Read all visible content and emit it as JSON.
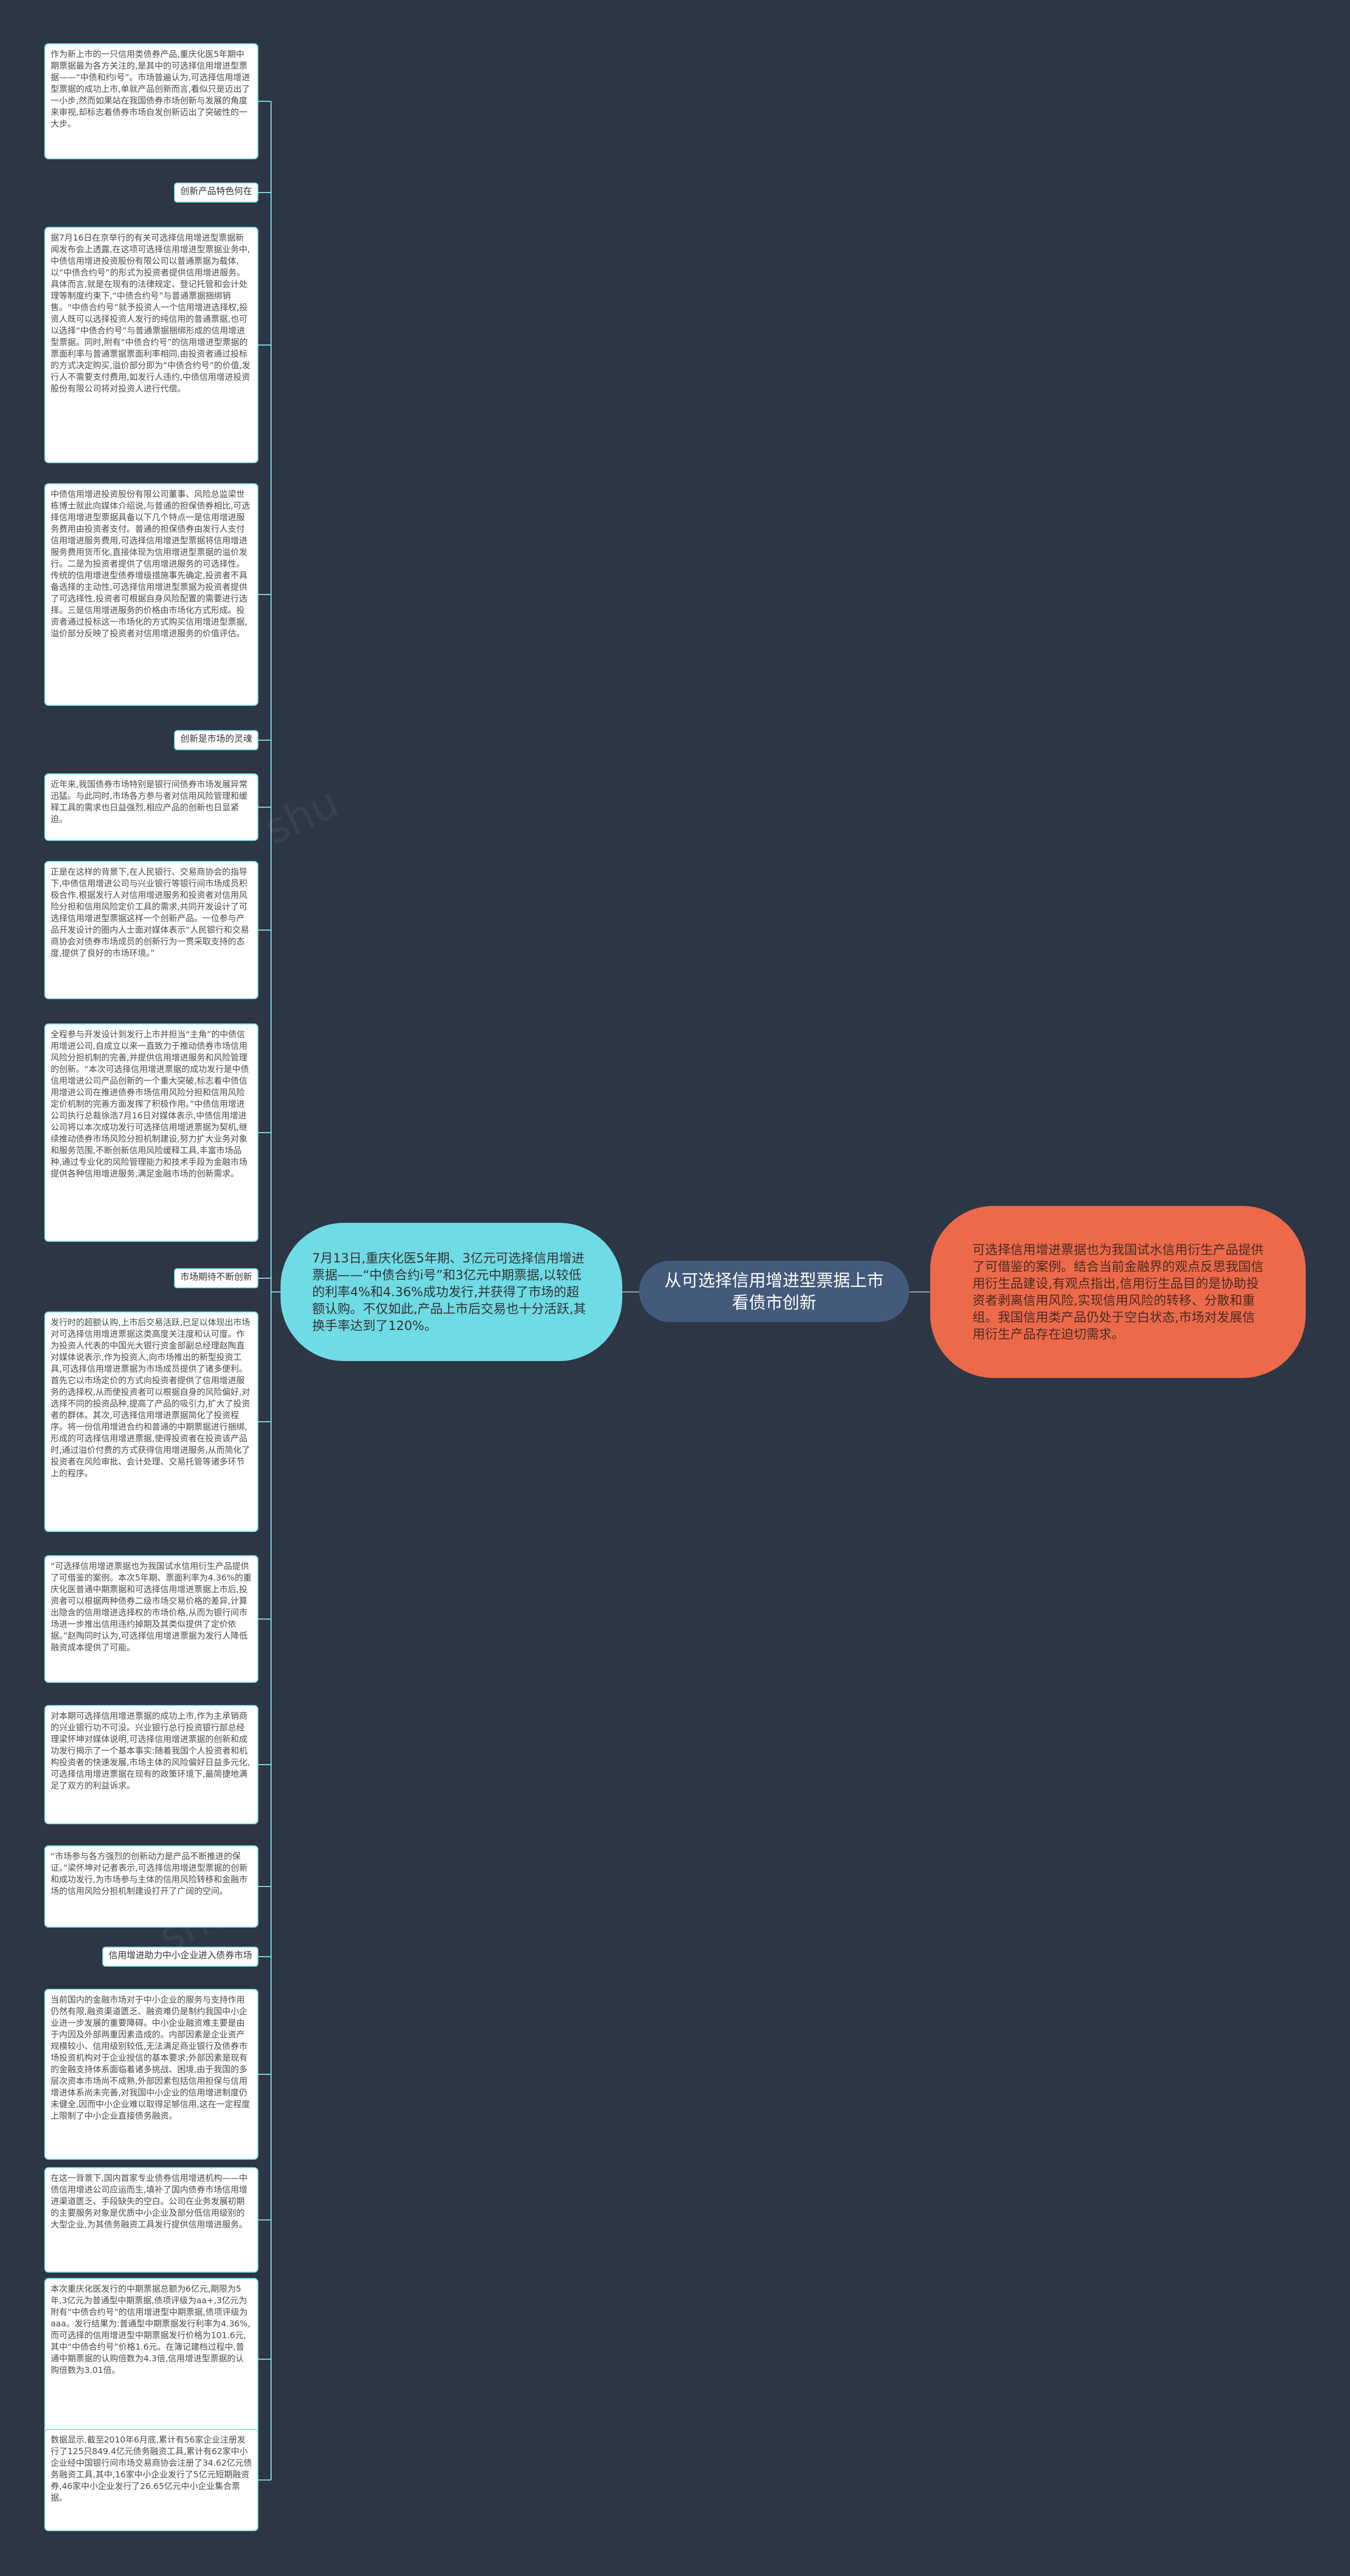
{
  "colors": {
    "background": "#2d3645",
    "leaf_border": "#7fe0ea",
    "connector": "#7fe0ea",
    "left_node": "#6fdbe5",
    "center_node": "#445a7a",
    "right_node": "#ec6a4a"
  },
  "center": {
    "text": "从可选择信用增进型票据上市看债市创新"
  },
  "left_node": {
    "text": "7月13日,重庆化医5年期、3亿元可选择信用增进票据——“中债合约ⅰ号”和3亿元中期票据,以较低的利率4%和4.36%成功发行,并获得了市场的超额认购。不仅如此,产品上市后交易也十分活跃,其换手率达到了120%。"
  },
  "right_node": {
    "text": "可选择信用增进票据也为我国试水信用衍生产品提供了可借鉴的案例。结合当前金融界的观点反思我国信用衍生品建设,有观点指出,信用衍生品目的是协助投资者剥离信用风险,实现信用风险的转移、分散和重组。我国信用类产品仍处于空白状态,市场对发展信用衍生产品存在迫切需求。"
  },
  "leaves": [
    {
      "kind": "text",
      "text": "作为新上市的一只信用类债券产品,重庆化医5年期中期票据最为各方关注的,是其中的可选择信用增进型票据——“中债和约ⅰ号”。市场普遍认为,可选择信用增进型票据的成功上市,单就产品创新而言,看似只是迈出了一小步,然而如果站在我国债券市场创新与发展的角度来审视,却标志着债券市场自发创新迈出了突破性的一大步。"
    },
    {
      "kind": "label",
      "text": "创新产品特色何在"
    },
    {
      "kind": "text",
      "text": "据7月16日在京举行的有关可选择信用增进型票据新闻发布会上透露,在这项可选择信用增进型票据业务中,中债信用增进投资股份有限公司以普通票据为载体,以“中债合约号”的形式为投资者提供信用增进服务。具体而言,就是在现有的法律规定、登记托管和会计处理等制度约束下,“中债合约号”与普通票据捆绑销售。“中债合约号”就予投资人一个信用增进选择权,投资人既可以选择投资人发行的纯信用的普通票据,也可以选择“中债合约号”与普通票据捆绑形成的信用增进型票据。同时,附有“中债合约号”的信用增进型票据的票面利率与普通票据票面利率相同,由投资者通过投标的方式决定购买,溢价部分即为“中债合约号”的价值,发行人不需要支付费用,如发行人违约,中债信用增进投资股份有限公司将对投资人进行代偿。"
    },
    {
      "kind": "text",
      "text": "中债信用增进投资股份有限公司董事、风险总监梁世栋博士就此向媒体介绍说,与普通的担保债券相比,可选择信用增进型票据具备以下几个特点一是信用增进服务费用由投资者支付。普通的担保债券由发行人支付信用增进服务费用,可选择信用增进型票据将信用增进服务费用货币化,直接体现为信用增进型票据的溢价发行。二是为投资者提供了信用增进服务的可选择性。传统的信用增进型债券增级措施事先确定,投资者不具备选择的主动性,可选择信用增进型票据为投资者提供了可选择性,投资者可根据自身风险配置的需要进行选择。三是信用增进服务的价格由市场化方式形成。投资者通过投标这一市场化的方式购买信用增进型票据,溢价部分反映了投资者对信用增进服务的价值评估。"
    },
    {
      "kind": "label",
      "text": "创新是市场的灵魂"
    },
    {
      "kind": "text",
      "text": "近年来,我国债券市场特别是银行间债券市场发展异常迅猛。与此同时,市场各方参与者对信用风险管理和缓释工具的需求也日益强烈,相应产品的创新也日显紧迫。"
    },
    {
      "kind": "text",
      "text": "正是在这样的背景下,在人民银行、交易商协会的指导下,中债信用增进公司与兴业银行等银行间市场成员积极合作,根据发行人对信用增进服务和投资者对信用风险分担和信用风险定价工具的需求,共同开发设计了可选择信用增进型票据这样一个创新产品。一位参与产品开发设计的圈内人士面对媒体表示“人民银行和交易商协会对债券市场成员的创新行为一贯采取支持的态度,提供了良好的市场环境。”"
    },
    {
      "kind": "text",
      "text": "全程参与开发设计到发行上市并担当“主角”的中债信用增进公司,自成立以来一直致力于推动债券市场信用风险分担机制的完善,并提供信用增进服务和风险管理的创新。“本次可选择信用增进票据的成功发行是中债信用增进公司产品创新的一个重大突破,标志着中债信用增进公司在推进债券市场信用风险分担和信用风险定价机制的完善方面发挥了积极作用。”中债信用增进公司执行总裁徐浩7月16日对媒体表示,中债信用增进公司将以本次成功发行可选择信用增进票据为契机,继续推动债券市场风险分担机制建设,努力扩大业务对象和服务范围,不断创新信用风险缓释工具,丰富市场品种,通过专业化的风险管理能力和技术手段为金融市场提供各种信用增进服务,满足金融市场的创新需求。"
    },
    {
      "kind": "label",
      "text": "市场期待不断创新"
    },
    {
      "kind": "text",
      "text": "发行时的超额认购,上市后交易活跃,已足以体现出市场对可选择信用增进票据这类高度关注度和认可度。作为投资人代表的中国光大银行资金部副总经理赵陶直对媒体说表示,作为投资人,向市场推出的新型投资工具,可选择信用增进票据为市场成员提供了诸多便利。首先它以市场定价的方式向投资者提供了信用增进服务的选择权,从而使投资者可以根据自身的风险偏好,对选择不同的投资品种,提高了产品的吸引力,扩大了投资者的群体。其次,可选择信用增进票据简化了投资程序。将一份信用增进合约和普通的中期票据进行捆绑,形成的可选择信用增进票据,使得投资者在投资该产品时,通过溢价付费的方式获得信用增进服务,从而简化了投资者在风险审批、会计处理、交易托管等诸多环节上的程序。"
    },
    {
      "kind": "text",
      "text": "“可选择信用增进票据也为我国试水信用衍生产品提供了可借鉴的案例。本次5年期、票面利率为4.36%的重庆化医普通中期票据和可选择信用增进票据上市后,投资者可以根据两种债券二级市场交易价格的差异,计算出隐含的信用增进选择权的市场价格,从而为银行间市场进一步推出信用违约掉期及其类似提供了定价依据。”赵陶同时认为,可选择信用增进票据为发行人降低融资成本提供了可能。"
    },
    {
      "kind": "text",
      "text": "对本期可选择信用增进票据的成功上市,作为主承销商的兴业银行功不可没。兴业银行总行投资银行部总经理梁怀坤对媒体说明,可选择信用增进票据的创新和成功发行揭示了一个基本事实:随着我国个人投资者和机构投资者的快速发展,市场主体的风险偏好日益多元化,可选择信用增进票据在现有的政策环境下,最简捷地满足了双方的利益诉求。"
    },
    {
      "kind": "text",
      "text": "“市场参与各方强烈的创新动力是产品不断推进的保证。”梁怀坤对记者表示,可选择信用增进型票据的创新和成功发行,为市场参与主体的信用风险转移和金融市场的信用风险分担机制建设打开了广阔的空间。"
    },
    {
      "kind": "label",
      "text": "信用增进助力中小企业进入债券市场"
    },
    {
      "kind": "text",
      "text": "当前国内的金融市场对于中小企业的服务与支持作用仍然有限,融资渠道匮乏、融资难仍是制约我国中小企业进一步发展的重要障碍。中小企业融资难主要是由于内因及外部两重因素造成的。内部因素是企业资产规模较小、信用级别较低,无法满足商业银行及债券市场投资机构对于企业授信的基本要求;外部因素是现有的金融支持体系面临着诸多挑战、困境,由于我国的多层次资本市场尚不成熟,外部因素包括信用担保与信用增进体系尚未完善,对我国中小企业的信用增进制度仍未健全,因而中小企业难以取得足够信用,这在一定程度上限制了中小企业直接债务融资。"
    },
    {
      "kind": "text",
      "text": "在这一背景下,国内首家专业债券信用增进机构——中债信用增进公司应运而生,填补了国内债券市场信用增进渠道匮乏、手段缺失的空白。公司在业务发展初期的主要服务对象是优质中小企业及部分低信用级别的大型企业,为其债务融资工具发行提供信用增进服务。"
    },
    {
      "kind": "text",
      "text": "本次重庆化医发行的中期票据总额为6亿元,期限为5年,3亿元为普通型中期票据,债项评级为aa+,3亿元为附有“中债合约号”的信用增进型中期票据,债项评级为aaa。发行结果为:普通型中期票据发行利率为4.36%,而可选择的信用增进型中期票据发行价格为101.6元,其中“中债合约号”价格1.6元。在簿记建档过程中,普通中期票据的认购倍数为4.3倍,信用增进型票据的认购倍数为3.01倍。"
    },
    {
      "kind": "text",
      "text": "数据显示,截至2010年6月底,累计有56家企业注册发行了125只849.4亿元债务融资工具,累计有62家中小企业经中国银行间市场交易商协会注册了34.62亿元债务融资工具,其中,16家中小企业发行了5亿元短期融资券,46家中小企业发行了26.65亿元中小企业集合票据。"
    }
  ]
}
